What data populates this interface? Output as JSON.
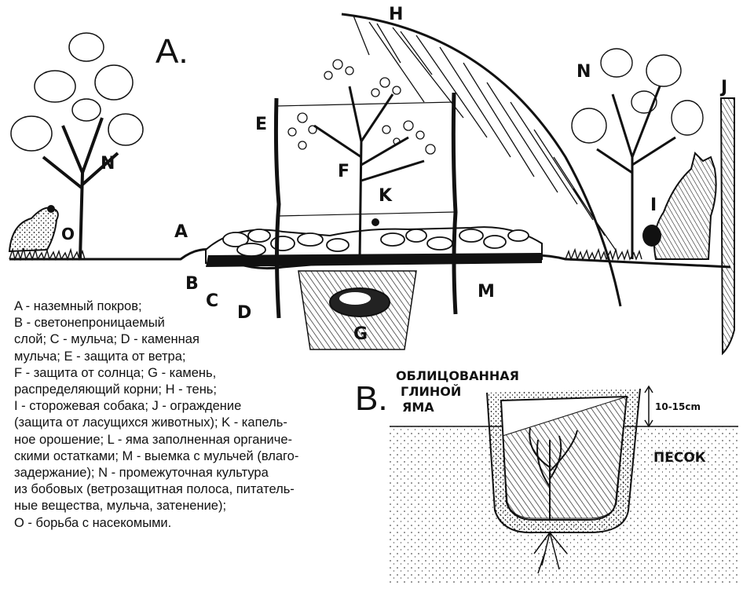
{
  "panel_a": {
    "title": "A.",
    "labels": {
      "A": "A",
      "B": "B",
      "C": "C",
      "D": "D",
      "E": "E",
      "F": "F",
      "G": "G",
      "H": "H",
      "I": "I",
      "J": "J",
      "K": "K",
      "M": "M",
      "N_left": "N",
      "N_right": "N",
      "O": "O"
    }
  },
  "panel_b": {
    "title": "B.",
    "pit_label_lines": [
      "ОБЛИЦОВАННАЯ",
      "ГЛИНОЙ",
      "ЯМА"
    ],
    "sand_label": "ПЕСОК",
    "depth_label": "10-15cm"
  },
  "caption_lines": [
    "A - наземный покров;",
    "B - светонепроницаемый",
    "слой; C - мульча; D - каменная",
    "мульча; E - защита от ветра;",
    "F - защита от солнца; G - камень,",
    "распределяющий корни; H - тень;",
    "I - сторожевая собака; J -   ограждение",
    "(защита от ласущихся животных); K - капель-",
    "ное орошение; L - яма заполненная органиче-",
    "скими остатками; M - выемка с мульчей (влаго-",
    "задержание); N -   промежуточная    культура",
    "из бобовых (ветрозащитная   полоса, питатель-",
    "ные   вещества,   мульча, затенение);",
    "O - борьба с насекомыми."
  ]
}
